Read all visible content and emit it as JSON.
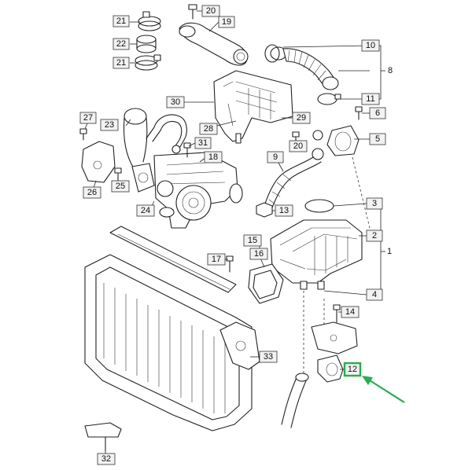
{
  "callouts": {
    "c1": "1",
    "c2": "2",
    "c3": "3",
    "c4": "4",
    "c5": "5",
    "c6": "6",
    "c8": "8",
    "c9": "9",
    "c10": "10",
    "c11": "11",
    "c12": "12",
    "c13": "13",
    "c14": "14",
    "c15": "15",
    "c16": "16",
    "c17": "17",
    "c18": "18",
    "c19": "19",
    "c20a": "20",
    "c20b": "20",
    "c21a": "21",
    "c21b": "21",
    "c22": "22",
    "c23": "23",
    "c24": "24",
    "c25": "25",
    "c26": "26",
    "c27": "27",
    "c28": "28",
    "c29": "29",
    "c30": "30",
    "c31": "31",
    "c32": "32",
    "c33": "33"
  },
  "highlight": {
    "part": "12",
    "box_color": "#22b14c",
    "arrow_color": "#22b14c"
  }
}
